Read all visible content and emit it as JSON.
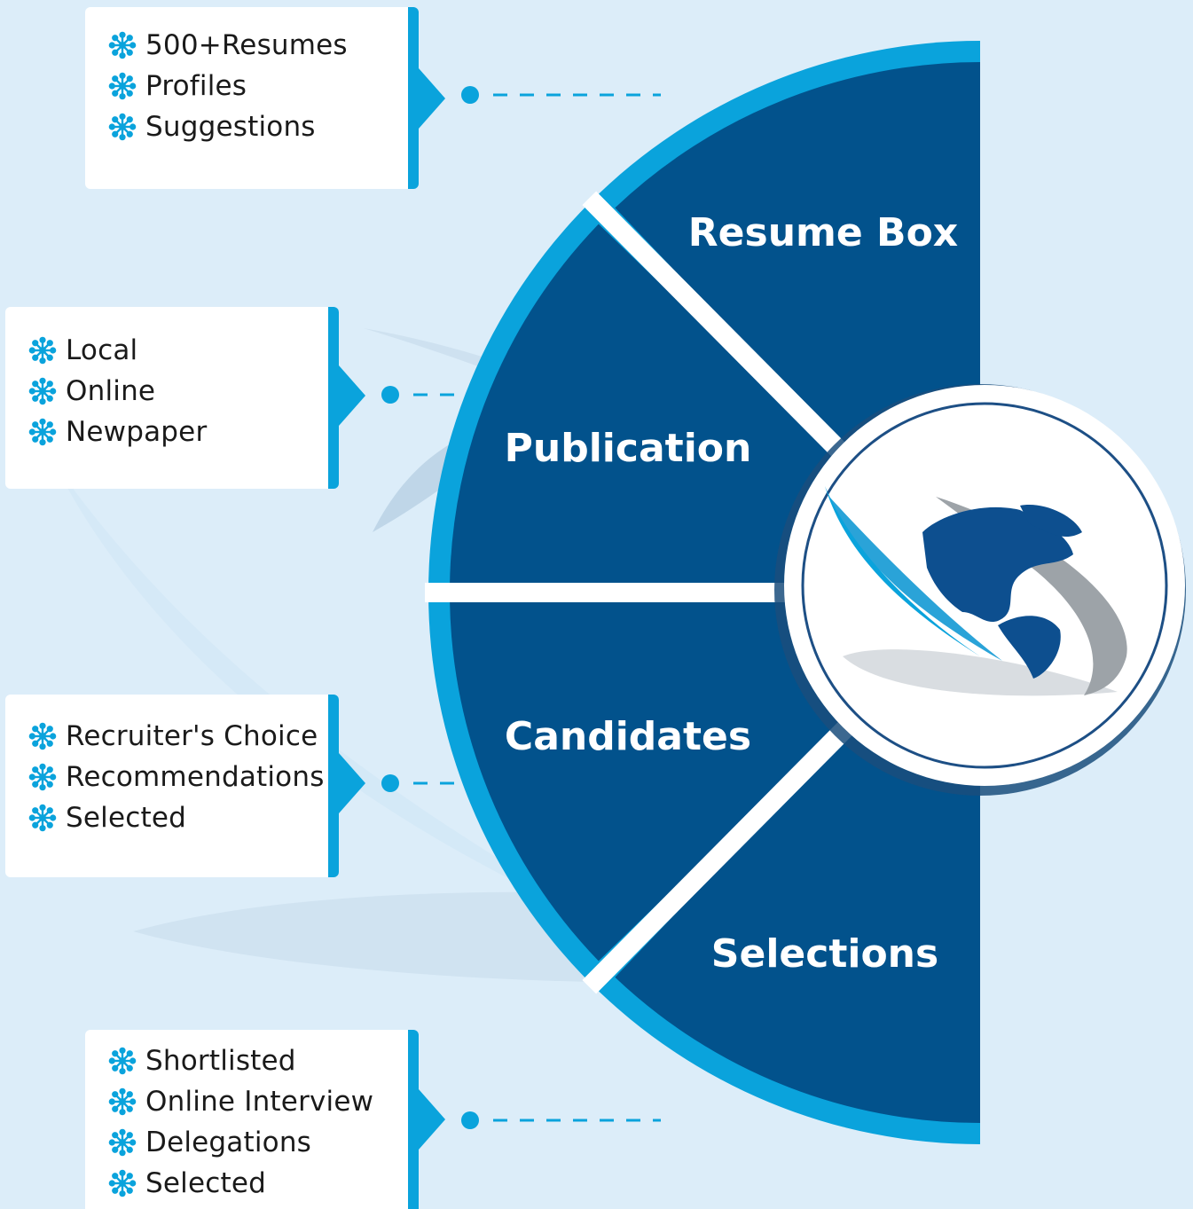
{
  "segments": [
    {
      "label": "Resume Box"
    },
    {
      "label": "Publication"
    },
    {
      "label": "Candidates"
    },
    {
      "label": "Selections"
    }
  ],
  "callouts": [
    {
      "items": [
        "500+Resumes",
        "Profiles",
        "Suggestions"
      ]
    },
    {
      "items": [
        "Local",
        "Online",
        "Newpaper"
      ]
    },
    {
      "items": [
        "Recruiter's Choice",
        "Recommendations",
        "Selected"
      ]
    },
    {
      "items": [
        "Shortlisted",
        "Online Interview",
        "Delegations",
        "Selected"
      ]
    }
  ],
  "colors": {
    "background": "#dcedf9",
    "segment": "#02528c",
    "rim": "#0aa3dc",
    "bullet": "#0aa3dc",
    "globe_land": "#0d4f8f"
  },
  "icons": {
    "bullet": "snowflake-icon",
    "center": "globe-logo-icon"
  }
}
